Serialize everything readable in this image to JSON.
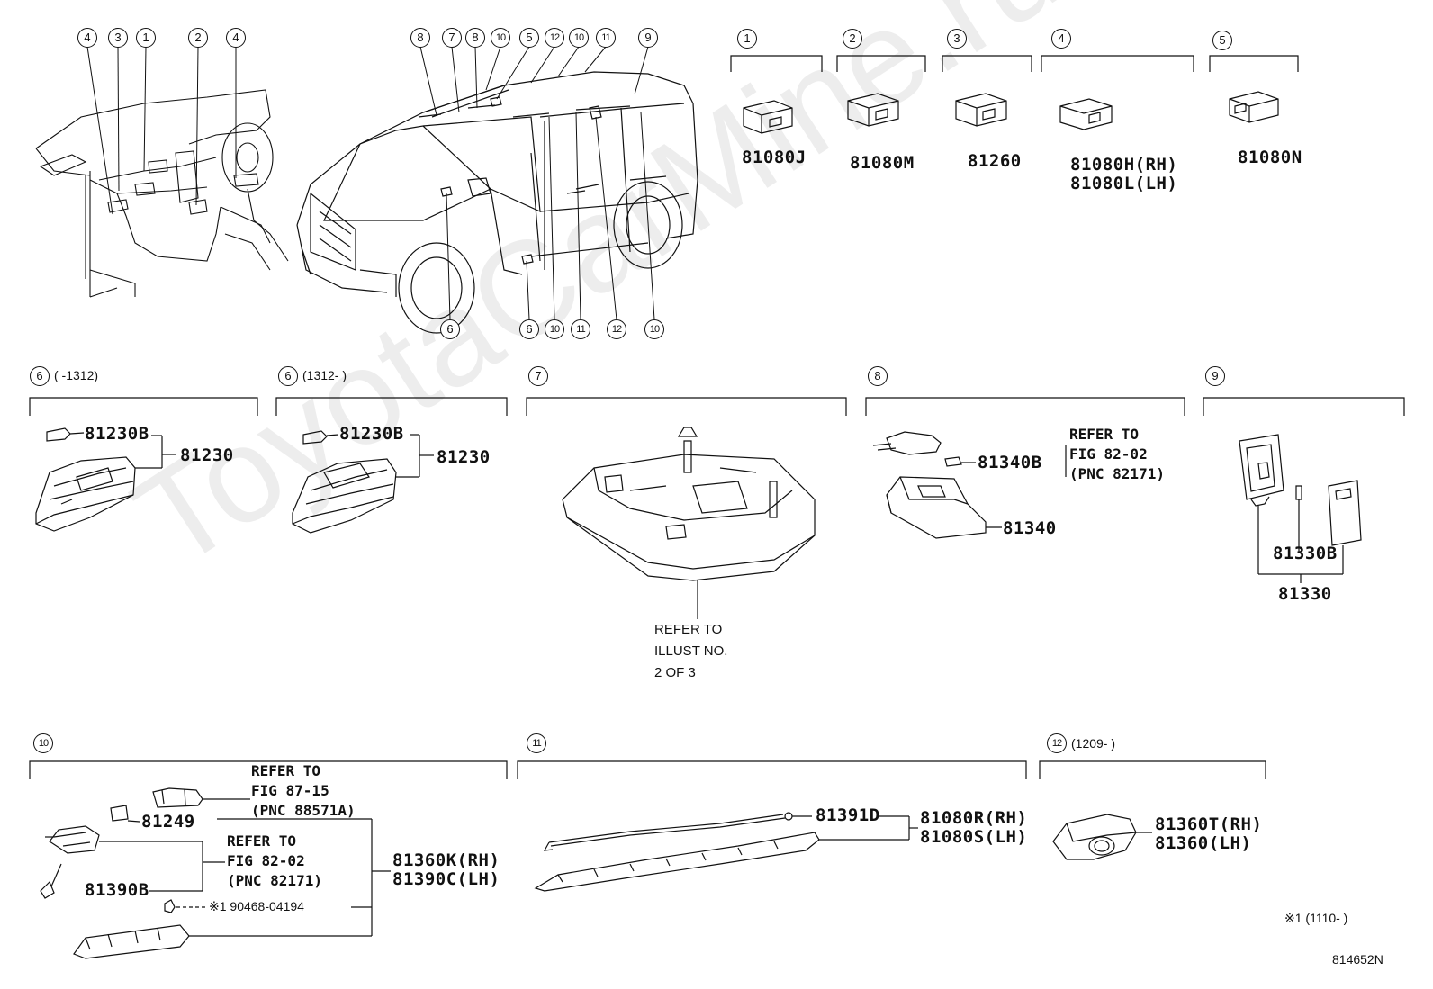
{
  "watermark": "ToyotaCarMine.ru",
  "diagram_code": "814652N",
  "footnote": "※1 (1110-      )",
  "overview_callouts": {
    "dash": [
      "4",
      "3",
      "1",
      "2",
      "4"
    ],
    "roof": [
      "8",
      "7",
      "8",
      "10",
      "5",
      "12",
      "10",
      "11",
      "9"
    ],
    "bottom": [
      "6",
      "6",
      "10",
      "11",
      "12",
      "10"
    ]
  },
  "top_groups": [
    {
      "num": "1",
      "part": "81080J"
    },
    {
      "num": "2",
      "part": "81080M"
    },
    {
      "num": "3",
      "part": "81260"
    },
    {
      "num": "4",
      "part": "81080H(RH)",
      "part2": "81080L(LH)"
    },
    {
      "num": "5",
      "part": "81080N"
    }
  ],
  "sec6a": {
    "num": "6",
    "note": "(      -1312)",
    "bulb": "81230B",
    "assy": "81230"
  },
  "sec6b": {
    "num": "6",
    "note": "(1312-      )",
    "bulb": "81230B",
    "assy": "81230"
  },
  "sec7": {
    "num": "7",
    "ref": [
      "REFER TO",
      "ILLUST NO.",
      "2 OF 3"
    ]
  },
  "sec8": {
    "num": "8",
    "bulb": "81340B",
    "assy": "81340",
    "ref": [
      "REFER TO",
      "FIG 82-02",
      "(PNC 82171)"
    ]
  },
  "sec9": {
    "num": "9",
    "bulb": "81330B",
    "assy": "81330"
  },
  "sec10": {
    "num": "10",
    "ref1": [
      "REFER TO",
      "FIG 87-15",
      "(PNC 88571A)"
    ],
    "part_a": "81249",
    "ref2": [
      "REFER TO",
      "FIG 82-02",
      "(PNC 82171)"
    ],
    "part_b": "81390B",
    "clip": "※1 90468-04194",
    "assy1": "81360K(RH)",
    "assy2": "81390C(LH)"
  },
  "sec11": {
    "num": "11",
    "part": "81391D",
    "assy1": "81080R(RH)",
    "assy2": "81080S(LH)"
  },
  "sec12": {
    "num": "12",
    "note": "(1209-      )",
    "assy1": "81360T(RH)",
    "assy2": "81360(LH)"
  }
}
